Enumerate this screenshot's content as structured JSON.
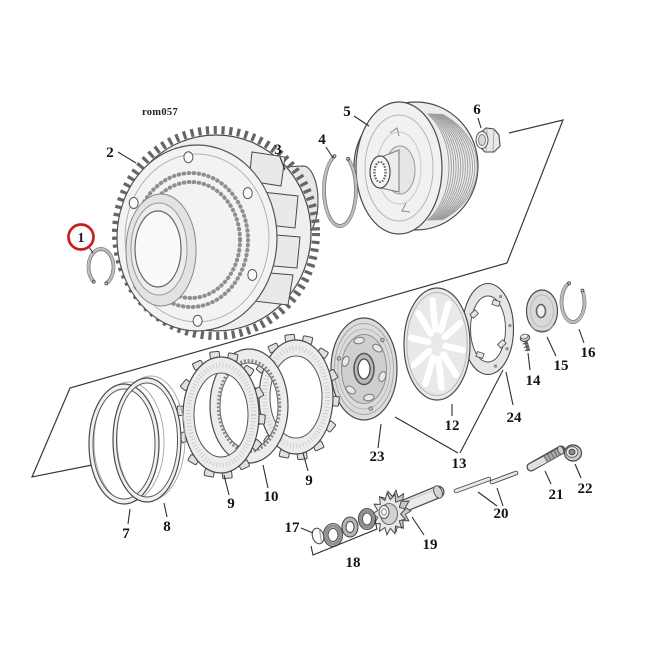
{
  "figure": {
    "code": "rom057",
    "ink_color": "#3a3a3a",
    "highlight_color": "#c4201d",
    "callouts": {
      "c1": "1",
      "c2": "2",
      "c3": "3",
      "c4": "4",
      "c5": "5",
      "c6": "6",
      "c7": "7",
      "c8": "8",
      "c9": "9",
      "c10": "10",
      "c12": "12",
      "c13": "13",
      "c14": "14",
      "c15": "15",
      "c16": "16",
      "c17": "17",
      "c18": "18",
      "c19": "19",
      "c20": "20",
      "c21": "21",
      "c22": "22",
      "c23": "23",
      "c24": "24"
    }
  }
}
